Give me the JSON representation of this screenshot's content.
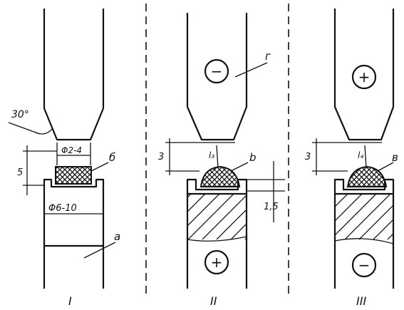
{
  "panels": [
    {
      "numeral": "I",
      "labels": {
        "angle": "30°",
        "tip_dia": "Φ2-4",
        "pellet": "б",
        "height": "5",
        "body_dia": "Φ6-10",
        "body": "a"
      }
    },
    {
      "numeral": "II",
      "labels": {
        "electrode": "г",
        "top_pole": "−",
        "gap": "3",
        "arc_len": "l₃",
        "bead": "b",
        "depth": "1,5",
        "bottom_pole": "+"
      }
    },
    {
      "numeral": "III",
      "labels": {
        "top_pole": "+",
        "gap": "3",
        "arc_len": "l₄",
        "bead": "в",
        "bottom_pole": "−"
      }
    }
  ],
  "colors": {
    "ink": "#111111",
    "background": "#ffffff"
  }
}
